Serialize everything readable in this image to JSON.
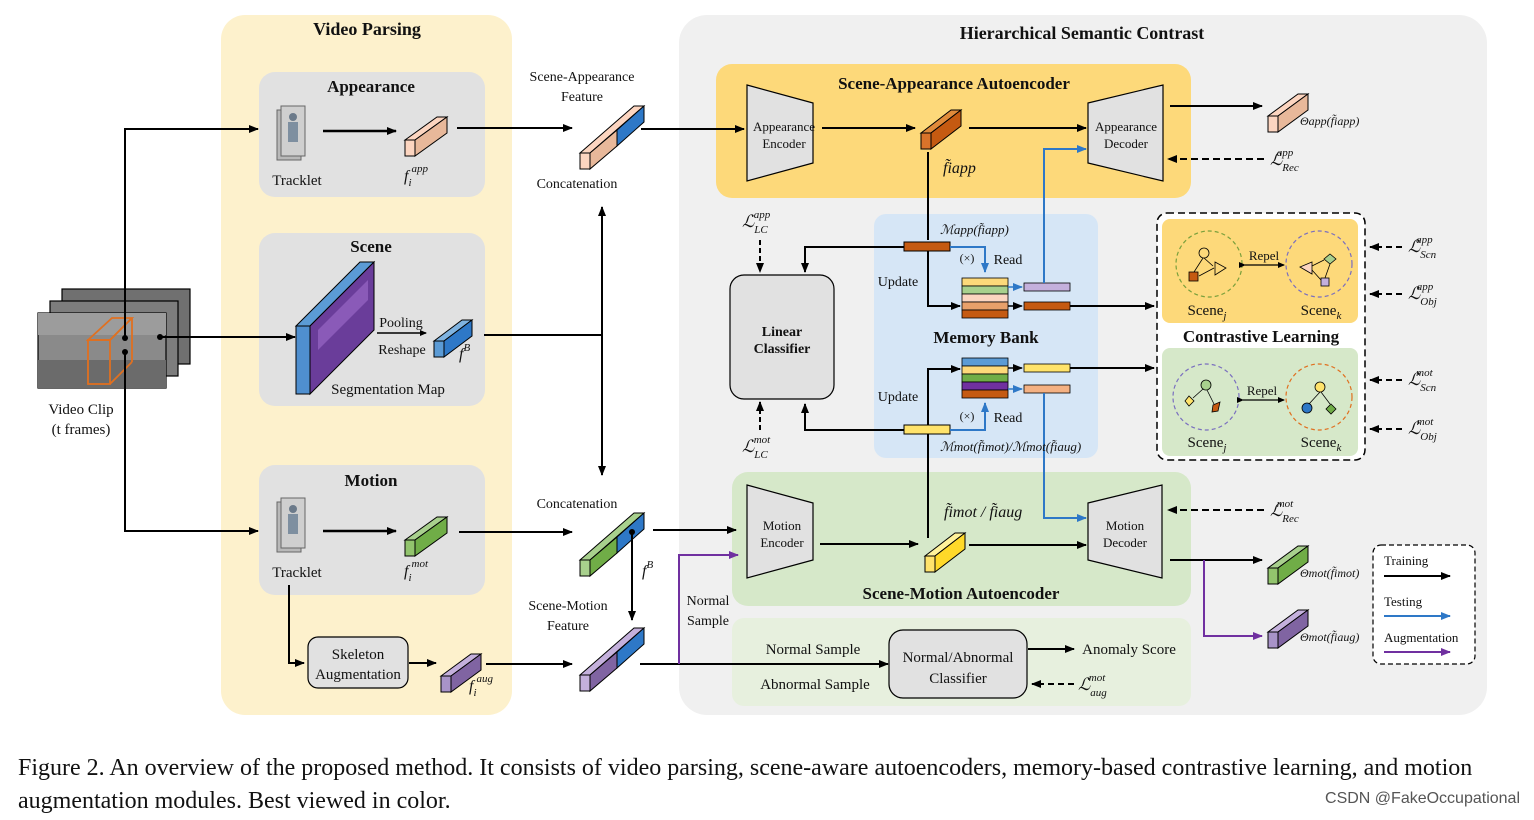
{
  "panels": {
    "video_parsing": "Video Parsing",
    "hierarchical": "Hierarchical Semantic Contrast",
    "appearance": "Appearance",
    "scene": "Scene",
    "motion": "Motion",
    "scene_app_ae": "Scene-Appearance Autoencoder",
    "scene_mot_ae": "Scene-Motion Autoencoder",
    "memory_bank": "Memory Bank",
    "contrastive_learning": "Contrastive Learning"
  },
  "labels": {
    "video_clip": "Video Clip",
    "t_frames": "(t frames)",
    "tracklet": "Tracklet",
    "pooling": "Pooling",
    "reshape": "Reshape",
    "segmentation_map": "Segmentation Map",
    "skeleton": "Skeleton",
    "augmentation": "Augmentation",
    "scene_appearance_feature_1": "Scene-Appearance",
    "scene_appearance_feature_2": "Feature",
    "concatenation": "Concatenation",
    "scene_motion_feature_1": "Scene-Motion",
    "scene_motion_feature_2": "Feature",
    "appearance": "Appearance",
    "encoder": "Encoder",
    "decoder": "Decoder",
    "motion": "Motion",
    "linear": "Linear",
    "classifier": "Classifier",
    "update": "Update",
    "read": "Read",
    "times": "(×)",
    "repel": "Repel",
    "scene": "Scene",
    "normal": "Normal",
    "sample": "Sample",
    "normal_sample": "Normal Sample",
    "abnormal_sample": "Abnormal Sample",
    "normal_abnormal": "Normal/Abnormal",
    "anomaly_score": "Anomaly Score"
  },
  "math": {
    "f_app": "f",
    "f_app_sup": "app",
    "f_mot_sup": "mot",
    "f_aug_sup": "aug",
    "i": "i",
    "j": "j",
    "k": "k",
    "B": "B",
    "fB": "f",
    "M_app": "ℳ",
    "M_app_sub": "app",
    "M_mot_expr": "ℳmot(f̃imot)/ℳmot(f̃iaug)",
    "M_app_expr": "ℳapp(f̃iapp)",
    "theta": "Θ",
    "theta_app_expr": "Θapp(f̃iapp)",
    "theta_mot_expr": "Θmot(f̃imot)",
    "theta_aug_expr": "Θmot(f̃iaug)",
    "L": "ℒ",
    "Rec": "Rec",
    "LC": "LC",
    "Scn": "Scn",
    "Obj": "Obj",
    "aug": "aug",
    "app": "app",
    "mot": "mot",
    "ft_mot_aug": "f̃imot / f̃iaug",
    "ft_app": "f̃iapp"
  },
  "legend": {
    "training": "Training",
    "testing": "Testing",
    "augmentation": "Augmentation"
  },
  "colors": {
    "video_parsing_bg": "#fdf1cc",
    "hierarchical_bg": "#f0f0f0",
    "module_bg": "#e1e1e1",
    "app_ae_bg": "#fdd97a",
    "mot_ae_bg": "#d6e8c9",
    "memory_bg": "#d6e6f6",
    "training_arrow": "#000000",
    "testing_arrow": "#2e78c7",
    "augmentation_arrow": "#7030a0"
  },
  "caption": "Figure 2. An overview of the proposed method. It consists of video parsing, scene-aware autoencoders, memory-based contrastive learning, and motion augmentation modules. Best viewed in color.",
  "watermark": "CSDN @FakeOccupational"
}
